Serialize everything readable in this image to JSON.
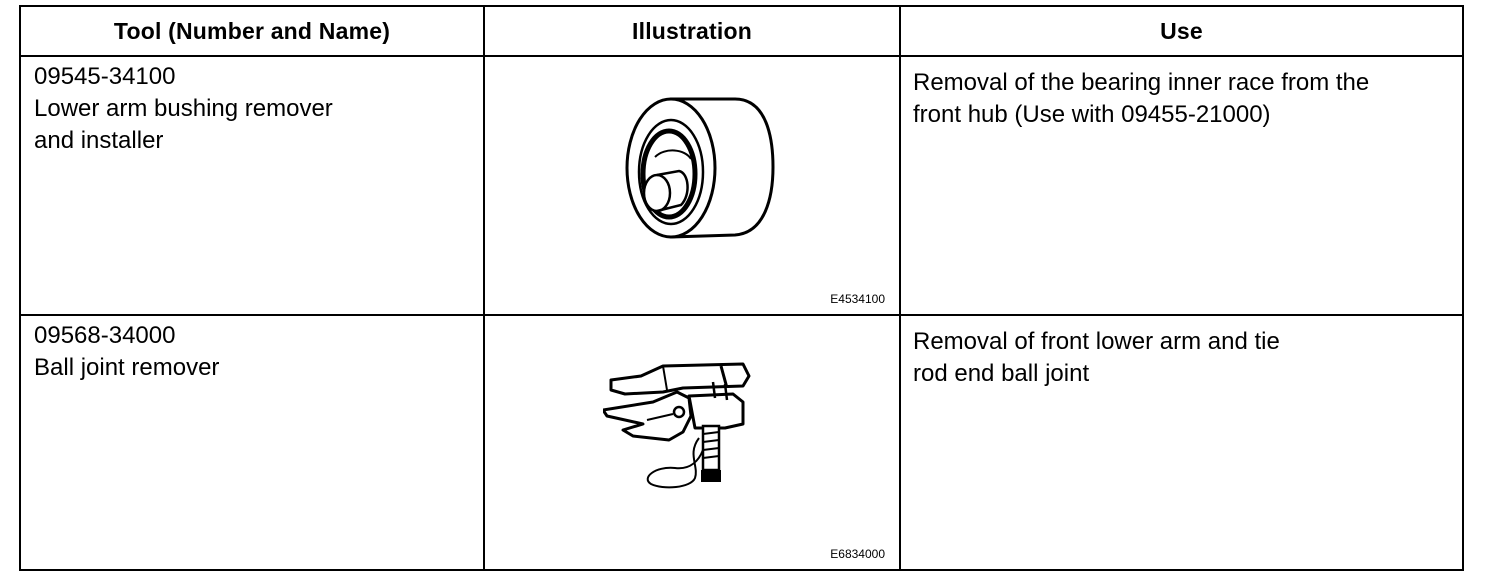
{
  "table": {
    "headers": {
      "tool": "Tool (Number and Name)",
      "illustration": "Illustration",
      "use": "Use"
    },
    "rows": [
      {
        "number": "09545-34100",
        "name_lines": [
          "Lower arm bushing remover",
          "and installer"
        ],
        "illustration_icon": "bushing-remover-cylinder-icon",
        "figure_code": "E4534100",
        "use_lines": [
          "Removal of the bearing inner race from the",
          "front hub (Use with 09455-21000)"
        ]
      },
      {
        "number": "09568-34000",
        "name_lines": [
          "Ball joint remover"
        ],
        "illustration_icon": "ball-joint-remover-icon",
        "figure_code": "E6834000",
        "use_lines": [
          "Removal of front lower arm and tie",
          "rod end ball joint"
        ]
      }
    ]
  }
}
